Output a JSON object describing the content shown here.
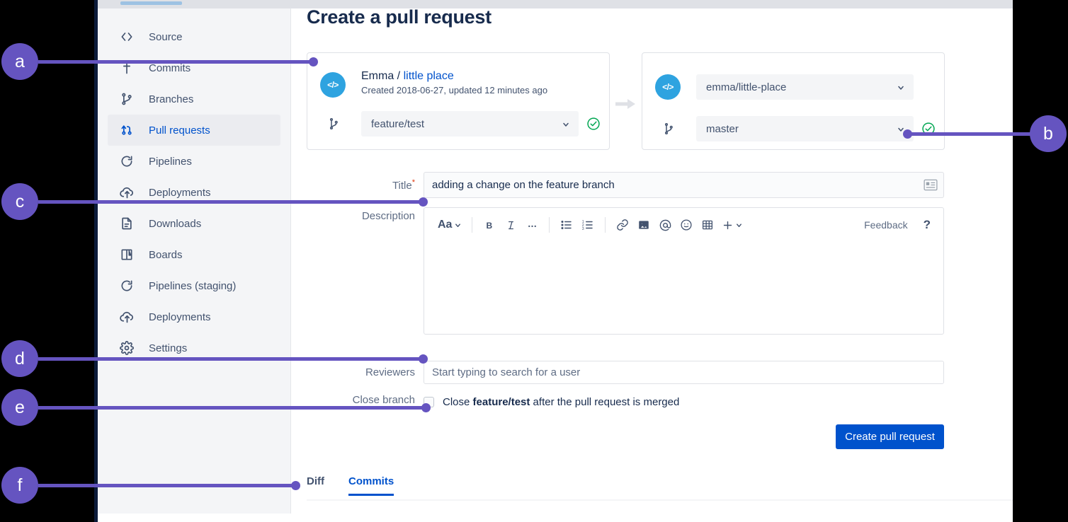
{
  "app": {
    "page_title": "Create a pull request"
  },
  "sidebar": {
    "items": [
      {
        "label": "Source",
        "icon": "code-icon",
        "active": false
      },
      {
        "label": "Commits",
        "icon": "commits-icon",
        "active": false
      },
      {
        "label": "Branches",
        "icon": "branch-icon",
        "active": false
      },
      {
        "label": "Pull requests",
        "icon": "pull-request-icon",
        "active": true
      },
      {
        "label": "Pipelines",
        "icon": "pipelines-icon",
        "active": false
      },
      {
        "label": "Deployments",
        "icon": "deployments-icon",
        "active": false
      },
      {
        "label": "Downloads",
        "icon": "downloads-icon",
        "active": false
      },
      {
        "label": "Boards",
        "icon": "boards-icon",
        "active": false
      },
      {
        "label": "Pipelines (staging)",
        "icon": "pipelines-icon",
        "active": false
      },
      {
        "label": "Deployments",
        "icon": "deployments-icon",
        "active": false
      },
      {
        "label": "Settings",
        "icon": "gear-icon",
        "active": false
      }
    ]
  },
  "source_panel": {
    "avatar_glyph": "</>",
    "owner": "Emma",
    "separator": " / ",
    "repo_link": "little place",
    "meta": "Created 2018-06-27, updated 12 minutes ago",
    "branch_value": "feature/test",
    "status": "valid"
  },
  "destination_panel": {
    "avatar_glyph": "</>",
    "repo_value": "emma/little-place",
    "branch_value": "master",
    "status": "valid"
  },
  "form": {
    "title_label": "Title",
    "title_required_mark": "*",
    "title_value": "adding a change on the feature branch",
    "description_label": "Description",
    "reviewers_label": "Reviewers",
    "reviewers_placeholder": "Start typing to search for a user",
    "close_branch_label": "Close branch",
    "close_branch_prefix": "Close ",
    "close_branch_branch": "feature/test",
    "close_branch_suffix": " after the pull request is merged",
    "close_branch_checked": false,
    "submit_label": "Create pull request"
  },
  "editor_toolbar": {
    "text_style_label": "Aa",
    "buttons": [
      {
        "name": "text-style-dropdown",
        "glyph": "Aa"
      },
      {
        "name": "bold-icon",
        "glyph": "B"
      },
      {
        "name": "italic-icon",
        "glyph": "I"
      },
      {
        "name": "more-formatting-icon",
        "glyph": "…"
      },
      {
        "name": "bullet-list-icon",
        "glyph": ""
      },
      {
        "name": "numbered-list-icon",
        "glyph": ""
      },
      {
        "name": "link-icon",
        "glyph": ""
      },
      {
        "name": "image-icon",
        "glyph": ""
      },
      {
        "name": "mention-icon",
        "glyph": "@"
      },
      {
        "name": "emoji-icon",
        "glyph": ""
      },
      {
        "name": "table-icon",
        "glyph": ""
      },
      {
        "name": "insert-more-icon",
        "glyph": "+"
      }
    ],
    "feedback_label": "Feedback",
    "help_label": "?"
  },
  "tabs": [
    {
      "label": "Diff",
      "active": false
    },
    {
      "label": "Commits",
      "active": true
    }
  ],
  "callouts": [
    {
      "id": "a",
      "label": "a"
    },
    {
      "id": "b",
      "label": "b"
    },
    {
      "id": "c",
      "label": "c"
    },
    {
      "id": "d",
      "label": "d"
    },
    {
      "id": "e",
      "label": "e"
    },
    {
      "id": "f",
      "label": "f"
    }
  ],
  "colors": {
    "callout_purple": "#6554c0",
    "primary_blue": "#0052cc",
    "link_blue": "#0052cc",
    "avatar_blue": "#2ea3e0",
    "success_green": "#00875a",
    "required_red": "#de350b",
    "sidebar_bg": "#f4f5f7",
    "text_dark": "#172b4d",
    "text_muted": "#5e6c84"
  }
}
